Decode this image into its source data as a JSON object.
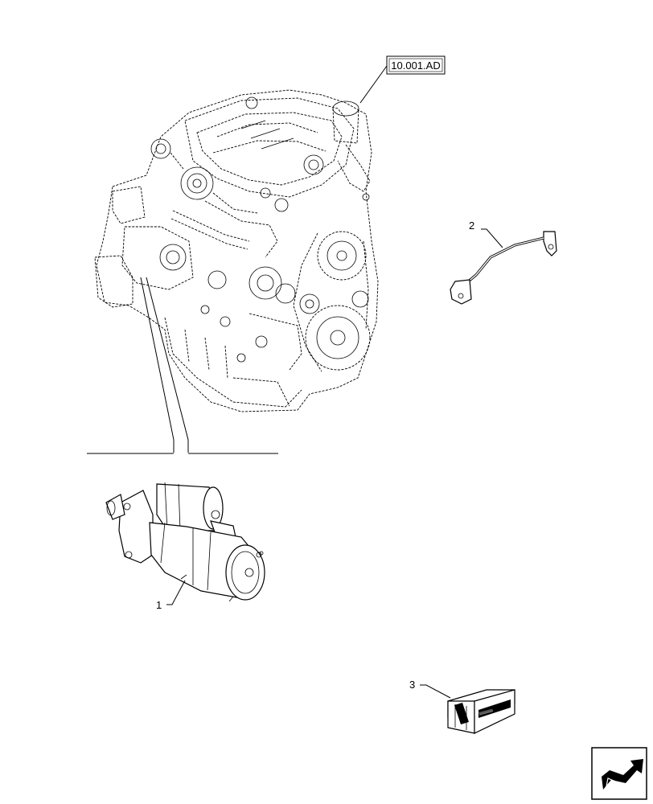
{
  "reference_box": {
    "label": "10.001.AD"
  },
  "callouts": [
    {
      "number": "1"
    },
    {
      "number": "2"
    },
    {
      "number": "3"
    }
  ],
  "nav_icon": "next-page-arrow-icon"
}
